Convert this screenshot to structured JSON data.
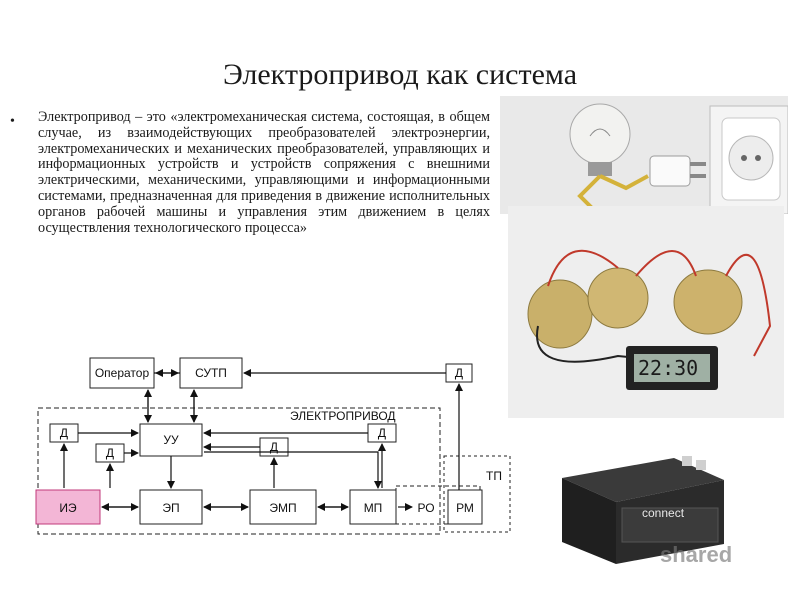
{
  "slide": {
    "title": "Электропривод как система",
    "bullet": "•",
    "definition": "Электропривод – это «электромеханическая система, состоящая, в общем случае, из взаимодействующих преобразователей электроэнергии, электромеханических и механических преобразователей, управляющих и информационных устройств и устройств сопряжения с внешними электрическими, механическими, управляющими и информационными системами, предназначенная для приведения в движение исполнительных органов рабочей машины и управления этим движением в целях осуществления технологического процесса»"
  },
  "diagram": {
    "operator": "Оператор",
    "sutp": "СУТП",
    "d_top": "Д",
    "electroprivod_label": "ЭЛЕКТРОПРИВОД",
    "d_left_top": "Д",
    "d_left_mid": "Д",
    "uu": "УУ",
    "d_middle": "Д",
    "d_right": "Д",
    "ie": "ИЭ",
    "ep": "ЭП",
    "emp": "ЭМП",
    "mp": "МП",
    "ro": "РО",
    "rm": "РМ",
    "tp": "ТП",
    "colors": {
      "ie_fill": "#f3b6d6",
      "ie_stroke": "#c0397b"
    }
  },
  "photos": {
    "clock_display": "22:30",
    "battery_brand": "connect"
  },
  "watermark": "shared"
}
